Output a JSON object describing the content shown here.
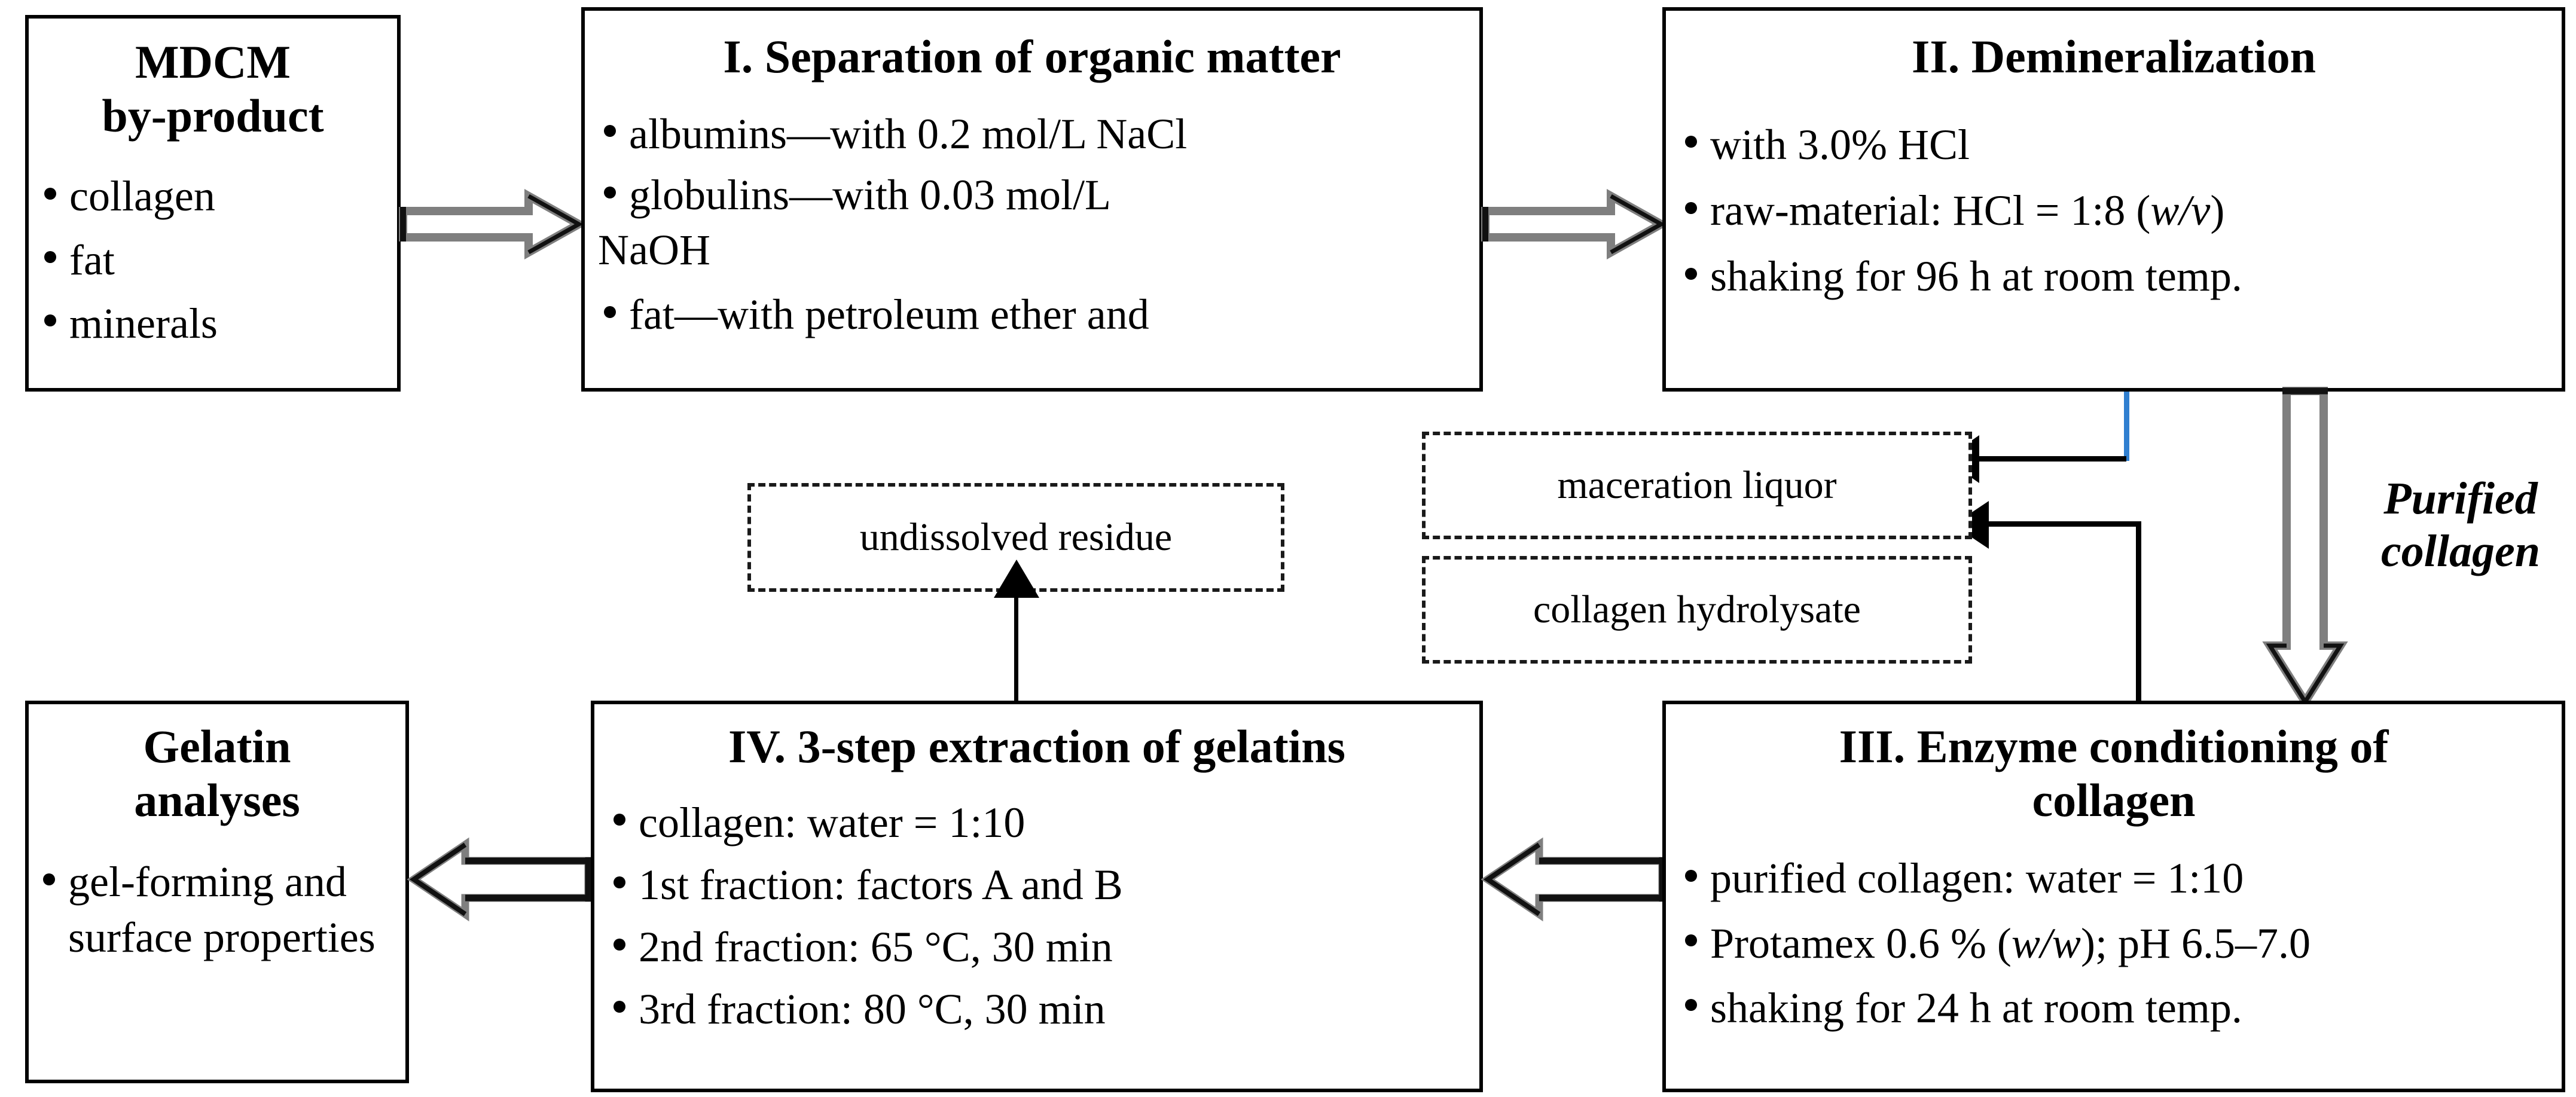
{
  "diagram": {
    "title_absent": true,
    "accent_color": "#2f7fd0",
    "line_color": "#000000",
    "nodes": {
      "mdcm": {
        "id": "mdcm-by-product",
        "title_line1": "MDCM",
        "title_line2": "by-product",
        "items": [
          "collagen",
          "fat",
          "minerals"
        ]
      },
      "step1": {
        "id": "separation-of-organic-matter",
        "title": "I. Separation of organic matter",
        "items": [
          "albumins—with 0.2 mol/L NaCl",
          "globulins—with 0.03 mol/L",
          "fat—with petroleum ether and"
        ],
        "continuation": "NaOH"
      },
      "step2": {
        "id": "demineralization",
        "title": "II. Demineralization",
        "items": [
          "with 3.0% HCl",
          "raw-material: HCl = 1:8 (w/v)",
          "shaking for 96 h at room temp."
        ],
        "italic_fragment": "w/v"
      },
      "step3": {
        "id": "enzyme-conditioning-of-collagen",
        "title_line1": "III. Enzyme conditioning of",
        "title_line2": "collagen",
        "items": [
          "purified collagen: water = 1:10",
          "Protamex 0.6 % (w/w); pH 6.5–7.0",
          "shaking for 24 h at room temp."
        ],
        "italic_fragment": "w/w"
      },
      "step4": {
        "id": "three-step-extraction-of-gelatins",
        "title": "IV. 3-step extraction of gelatins",
        "items": [
          "collagen: water = 1:10",
          "1st fraction: factors A and B",
          "2nd fraction: 65 °C, 30 min",
          "3rd fraction: 80 °C, 30 min"
        ]
      },
      "gelatin": {
        "id": "gelatin-analyses",
        "title_line1": "Gelatin",
        "title_line2": "analyses",
        "items": [
          "gel-forming and surface properties"
        ]
      },
      "undissolved_residue": {
        "id": "undissolved-residue",
        "label": "undissolved residue"
      },
      "maceration_liquor": {
        "id": "maceration-liquor",
        "label": "maceration liquor"
      },
      "collagen_hydrolysate": {
        "id": "collagen-hydrolysate",
        "label": "collagen hydrolysate"
      }
    },
    "edges": {
      "purified_collagen_label_line1": "Purified",
      "purified_collagen_label_line2": "collagen"
    }
  }
}
